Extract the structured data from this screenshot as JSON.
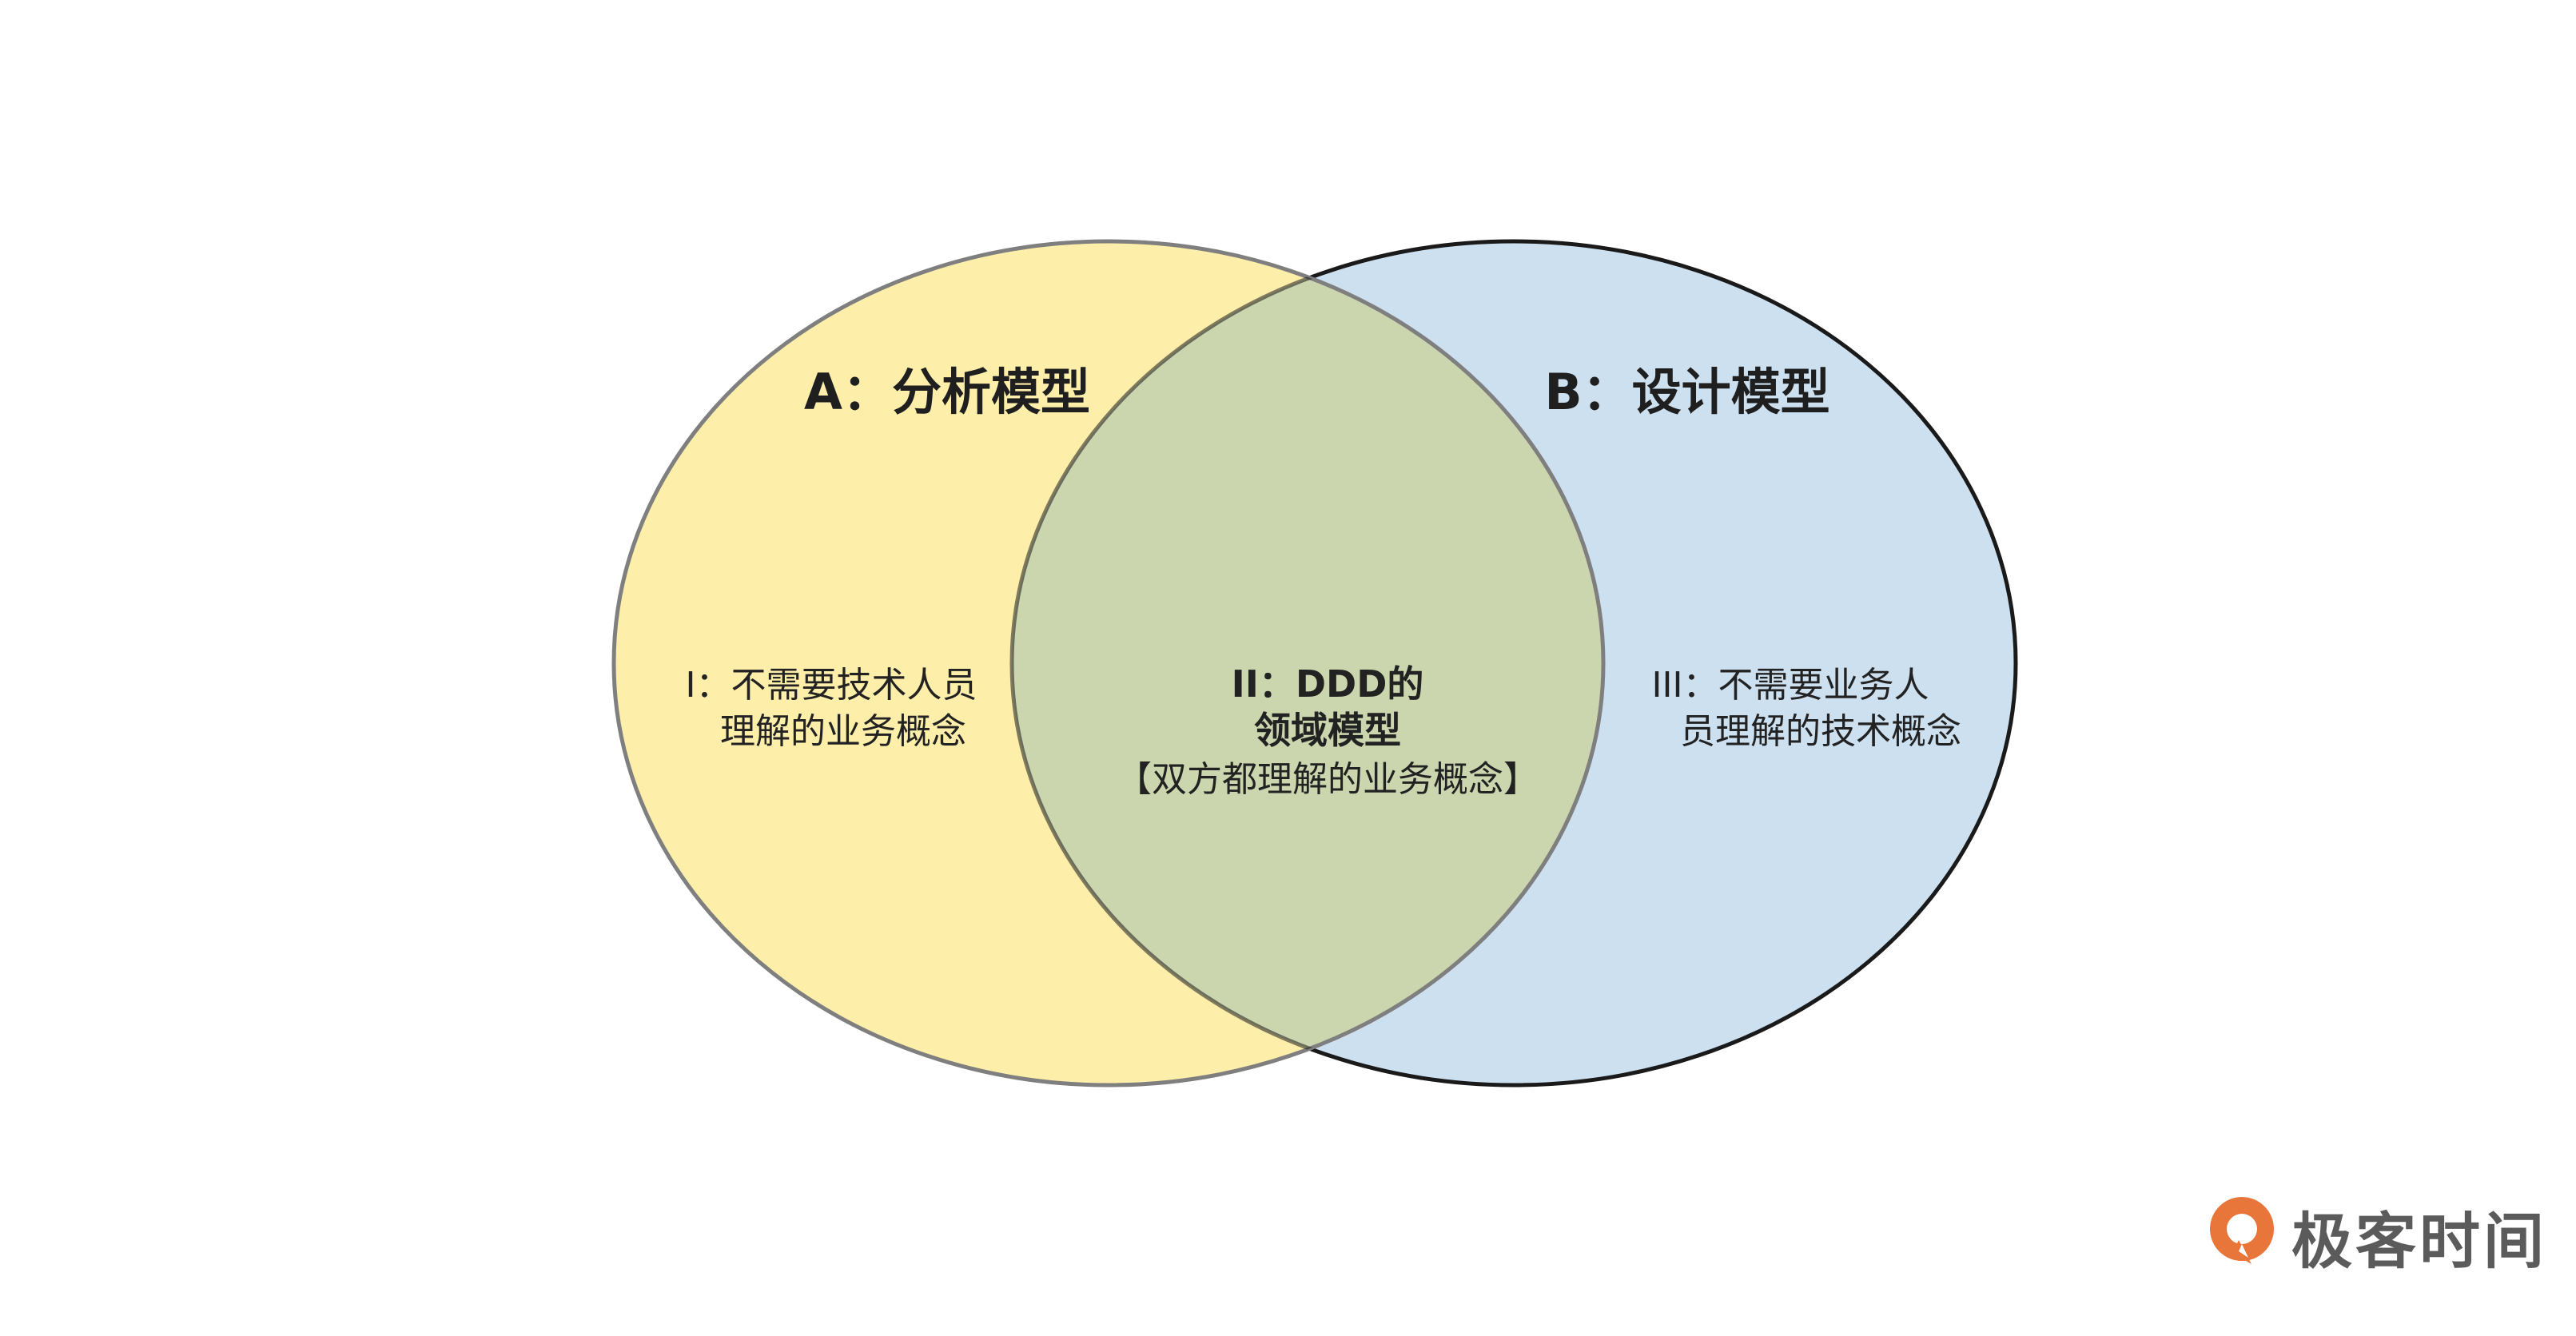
{
  "diagram": {
    "set_a": {
      "title": "A：分析模型",
      "region_lines": [
        "I：不需要技术人员",
        "理解的业务概念"
      ],
      "fill": "#fdeeaa",
      "stroke": "#7f7f7f"
    },
    "set_b": {
      "title": "B：设计模型",
      "region_lines": [
        "III：不需要业务人",
        "员理解的技术概念"
      ],
      "fill": "#cde0f0",
      "stroke": "#1a1a1a"
    },
    "overlap": {
      "line1": "II：DDD的",
      "line2": "领域模型",
      "line3": "【双方都理解的业务概念】",
      "fill": "#cbd5ae"
    }
  },
  "brand": {
    "name": "极客时间",
    "icon": "geektime-logo-icon",
    "accent": "#e8753a"
  }
}
